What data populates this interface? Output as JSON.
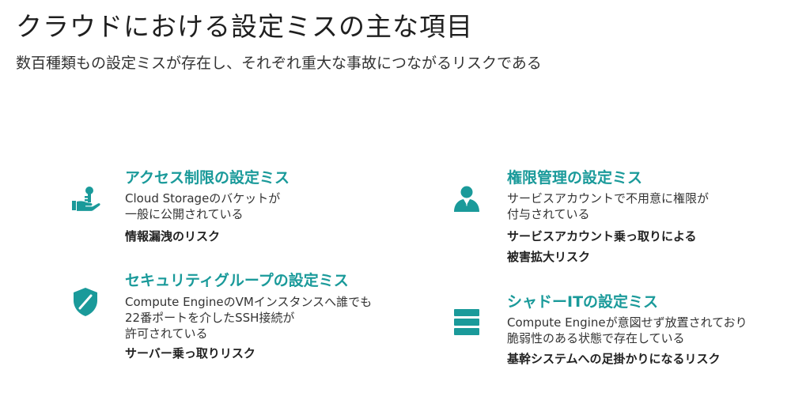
{
  "header": {
    "title": "クラウドにおける設定ミスの主な項目",
    "subtitle": "数百種類もの設定ミスが存在し、それぞれ重大な事故につながるリスクである"
  },
  "theme": {
    "accent": "#1a9a9a",
    "text": "#222222"
  },
  "items": [
    {
      "icon": "hand-key-icon",
      "title": "アクセス制限の設定ミス",
      "desc": [
        "Cloud Storageのバケットが",
        "一般に公開されている"
      ],
      "risk": [
        "情報漏洩のリスク"
      ]
    },
    {
      "icon": "user-icon",
      "title": "権限管理の設定ミス",
      "desc": [
        "サービスアカウントで不用意に権限が",
        "付与されている"
      ],
      "risk": [
        "サービスアカウント乗っ取りによる",
        "被害拡大リスク"
      ]
    },
    {
      "icon": "shield-icon",
      "title": "セキュリティグループの設定ミス",
      "desc": [
        "Compute EngineのVMインスタンスへ誰でも",
        "22番ポートを介したSSH接続が",
        "許可されている"
      ],
      "risk": [
        "サーバー乗っ取りリスク"
      ]
    },
    {
      "icon": "server-icon",
      "title": "シャドーITの設定ミス",
      "desc": [
        "Compute Engineが意図せず放置されており",
        "脆弱性のある状態で存在している"
      ],
      "risk": [
        "基幹システムへの足掛かりになるリスク"
      ]
    }
  ]
}
